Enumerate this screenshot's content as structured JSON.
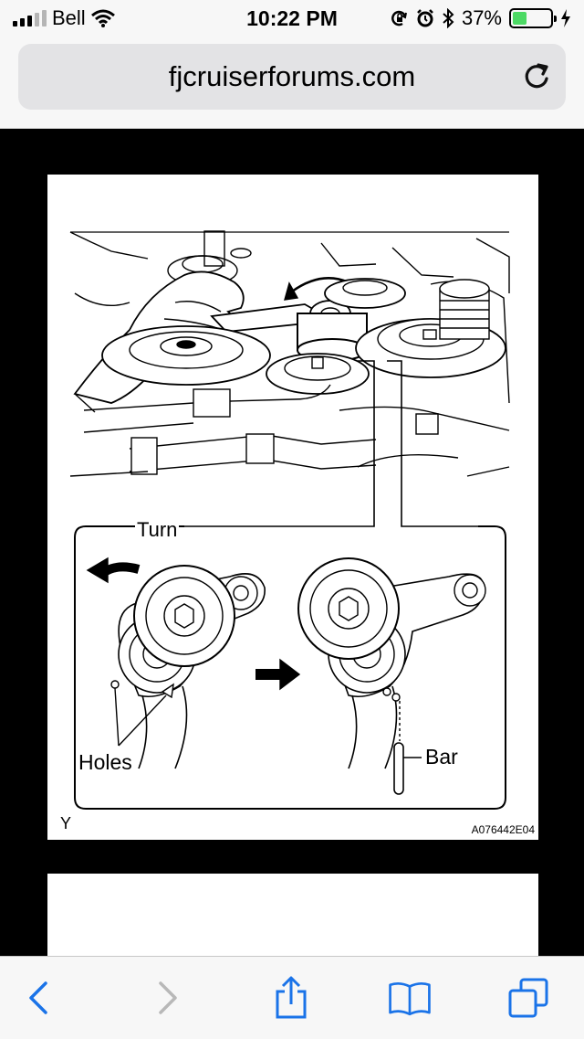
{
  "status_bar": {
    "carrier": "Bell",
    "time": "10:22 PM",
    "battery_percent": "37%",
    "battery_level": 0.37,
    "icons": [
      "signal-icon",
      "wifi-icon",
      "orientation-lock-icon",
      "alarm-icon",
      "bluetooth-icon",
      "battery-icon",
      "charging-icon"
    ]
  },
  "browser": {
    "url": "fjcruiserforums.com",
    "reload_icon": "reload-icon"
  },
  "diagram": {
    "callout_turn": "Turn",
    "label_holes": "Holes",
    "label_bar": "Bar",
    "corner_letter": "Y",
    "figure_code": "A076442E04"
  },
  "toolbar": {
    "items": [
      "back-icon",
      "forward-icon",
      "share-icon",
      "bookmarks-icon",
      "tabs-icon"
    ],
    "accent": "#1a73e8"
  }
}
